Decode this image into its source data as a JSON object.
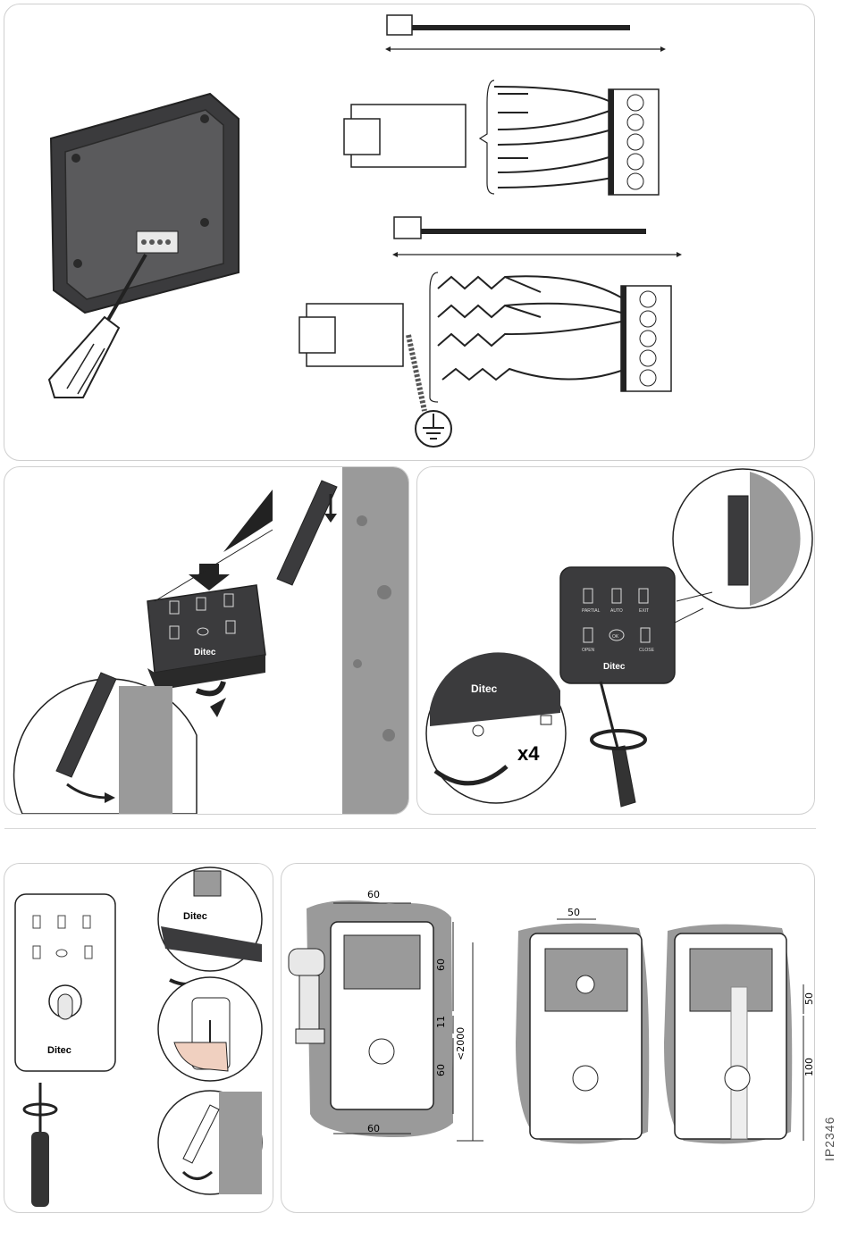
{
  "brand": "Ditec",
  "doc_code": "IP2346",
  "keypad": {
    "keys": [
      "PARTIAL",
      "AUTO",
      "EXIT",
      "OPEN",
      "OK",
      "CLOSE"
    ]
  },
  "multiplier": "x4",
  "dimensions": {
    "left_top_width": "60",
    "left_bottom_width": "60",
    "left_upper_height": "60",
    "left_gap": "11",
    "left_lower_height": "60",
    "floor_height": "<2000",
    "mid_top_width": "50",
    "right_upper": "50",
    "right_lower": "100"
  }
}
